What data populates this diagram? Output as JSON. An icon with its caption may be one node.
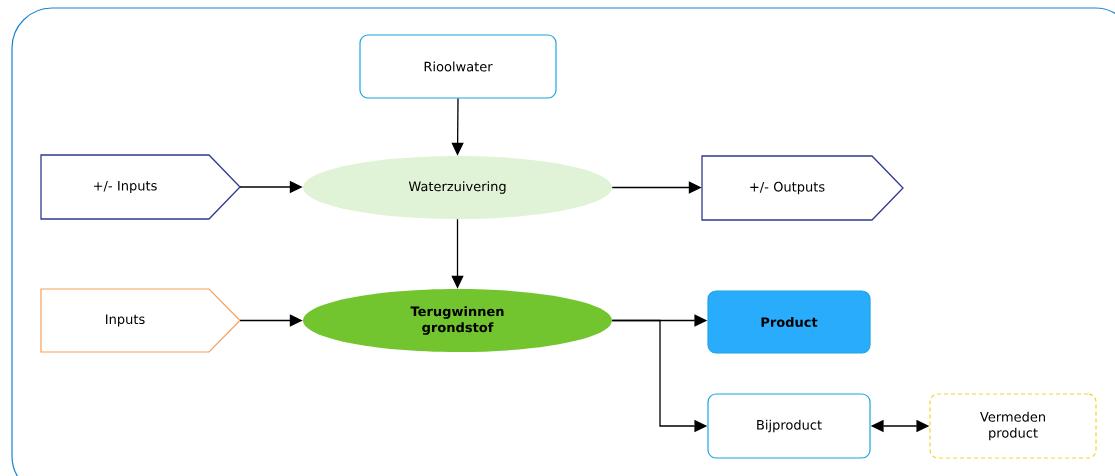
{
  "diagram": {
    "nodes": [
      {
        "text": [
          "Rioolwater"
        ]
      },
      {
        "text": [
          "+/- Inputs"
        ]
      },
      {
        "text": [
          "Waterzuivering"
        ]
      },
      {
        "text": [
          "+/- Outputs"
        ]
      },
      {
        "text": [
          "Inputs"
        ]
      },
      {
        "text": [
          "Terugwinnen grondstof"
        ]
      },
      {
        "text": [
          "Product"
        ]
      },
      {
        "text": [
          "Bijproduct"
        ]
      },
      {
        "text": [
          "Vermeden product"
        ]
      }
    ],
    "edges": [
      {
        "from": 0,
        "to": 2,
        "arrow": "to"
      },
      {
        "from": 1,
        "to": 2,
        "arrow": "to"
      },
      {
        "from": 2,
        "to": 3,
        "arrow": "to"
      },
      {
        "from": 2,
        "to": 5,
        "arrow": "to"
      },
      {
        "from": 4,
        "to": 5,
        "arrow": "to"
      },
      {
        "from": 5,
        "to": 6,
        "arrow": "to"
      },
      {
        "from": 5,
        "to": 7,
        "arrow": "to"
      },
      {
        "from": 8,
        "to": 7,
        "arrow": "both"
      }
    ]
  }
}
